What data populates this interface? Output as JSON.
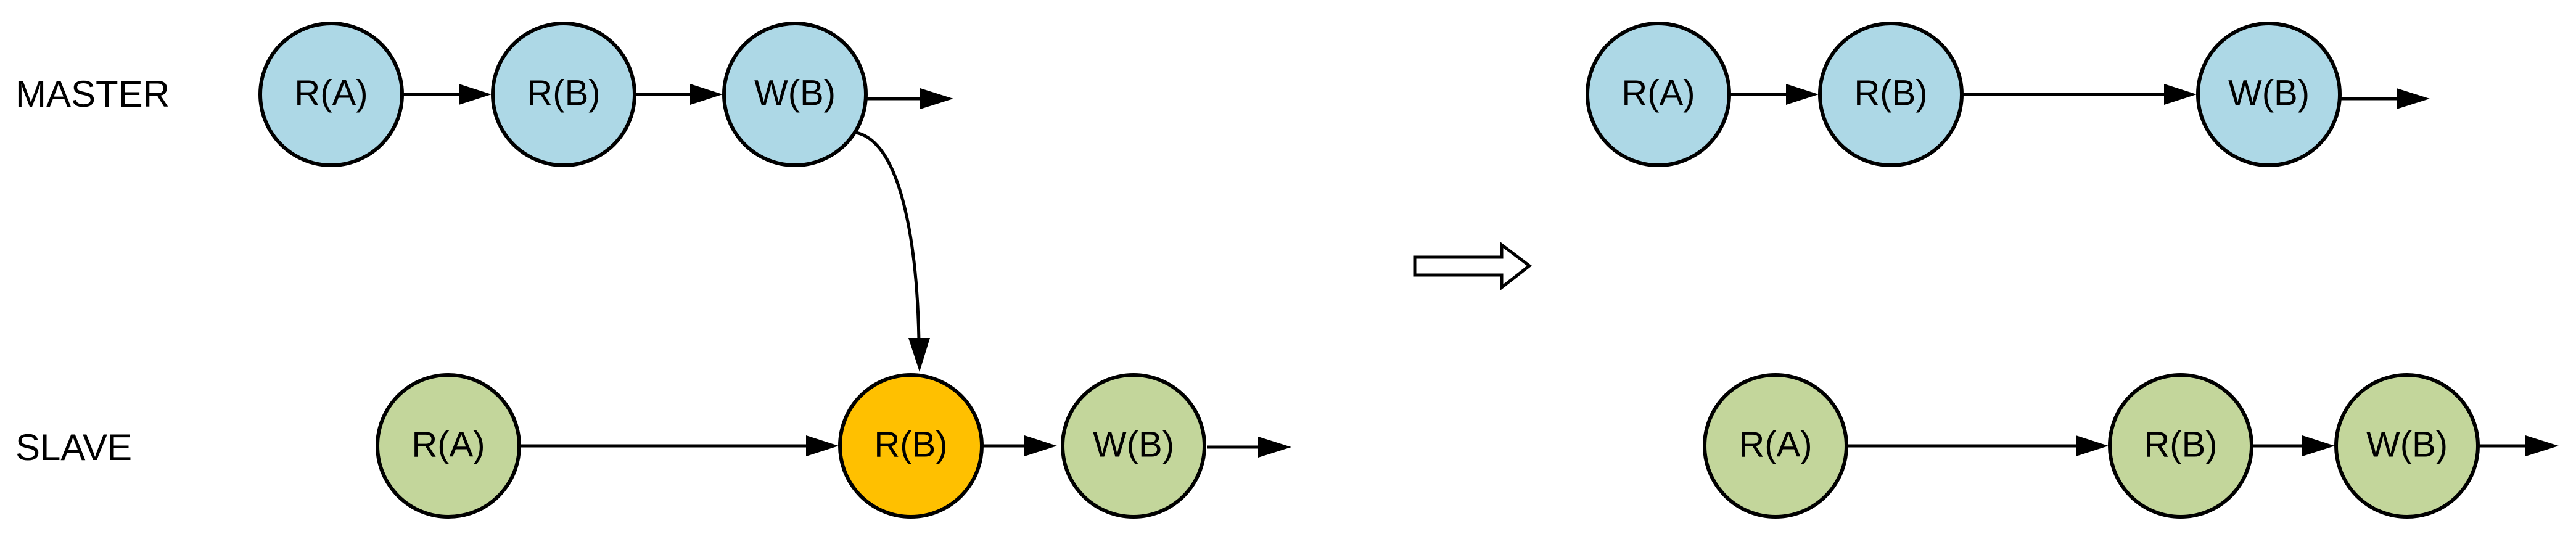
{
  "labels": {
    "master": "MASTER",
    "slave": "SLAVE"
  },
  "colors": {
    "master_node": "#add8e6",
    "slave_node": "#c3d69b",
    "highlight_node": "#ffc000",
    "stroke": "#000000"
  },
  "left": {
    "master": [
      "R(A)",
      "R(B)",
      "W(B)"
    ],
    "slave": [
      "R(A)",
      "R(B)",
      "W(B)"
    ],
    "highlighted_slave_node": "R(B)",
    "dependency": {
      "from": "master W(B)",
      "to": "slave R(B)"
    }
  },
  "right": {
    "master": [
      "R(A)",
      "R(B)",
      "W(B)"
    ],
    "slave": [
      "R(A)",
      "R(B)",
      "W(B)"
    ]
  },
  "transform_arrow_icon": "hollow-right-arrow-icon"
}
